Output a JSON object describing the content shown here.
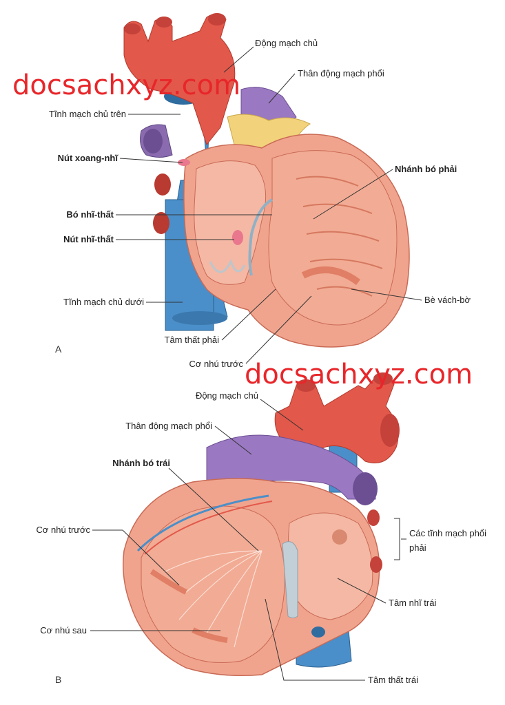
{
  "watermark": {
    "top": "docsachxyz.com",
    "bottom": "docsachxyz.com"
  },
  "panel_a": {
    "letter": "A",
    "labels": {
      "aorta": "Động mạch chủ",
      "pulmonary_trunk": "Thân động mạch phổi",
      "superior_vena_cava": "Tĩnh mạch chủ trên",
      "sinoatrial_node": "Nút xoang-nhĩ",
      "right_bundle_branch": "Nhánh bó phải",
      "av_bundle": "Bó nhĩ-thất",
      "av_node": "Nút nhĩ-thất",
      "septomarginal_trabecula": "Bè vách-bờ",
      "inferior_vena_cava": "Tĩnh mạch chủ dưới",
      "right_ventricle": "Tâm thất phải",
      "anterior_papillary": "Cơ nhú trước"
    }
  },
  "panel_b": {
    "letter": "B",
    "labels": {
      "aorta": "Động mạch chủ",
      "pulmonary_trunk": "Thân động mạch phổi",
      "left_bundle_branch": "Nhánh bó trái",
      "right_pulmonary_veins_1": "Các tĩnh mạch phổi",
      "right_pulmonary_veins_2": "phải",
      "anterior_papillary": "Cơ nhú trước",
      "left_atrium": "Tâm nhĩ trái",
      "posterior_papillary": "Cơ nhú sau",
      "left_ventricle": "Tâm thất trái"
    }
  }
}
